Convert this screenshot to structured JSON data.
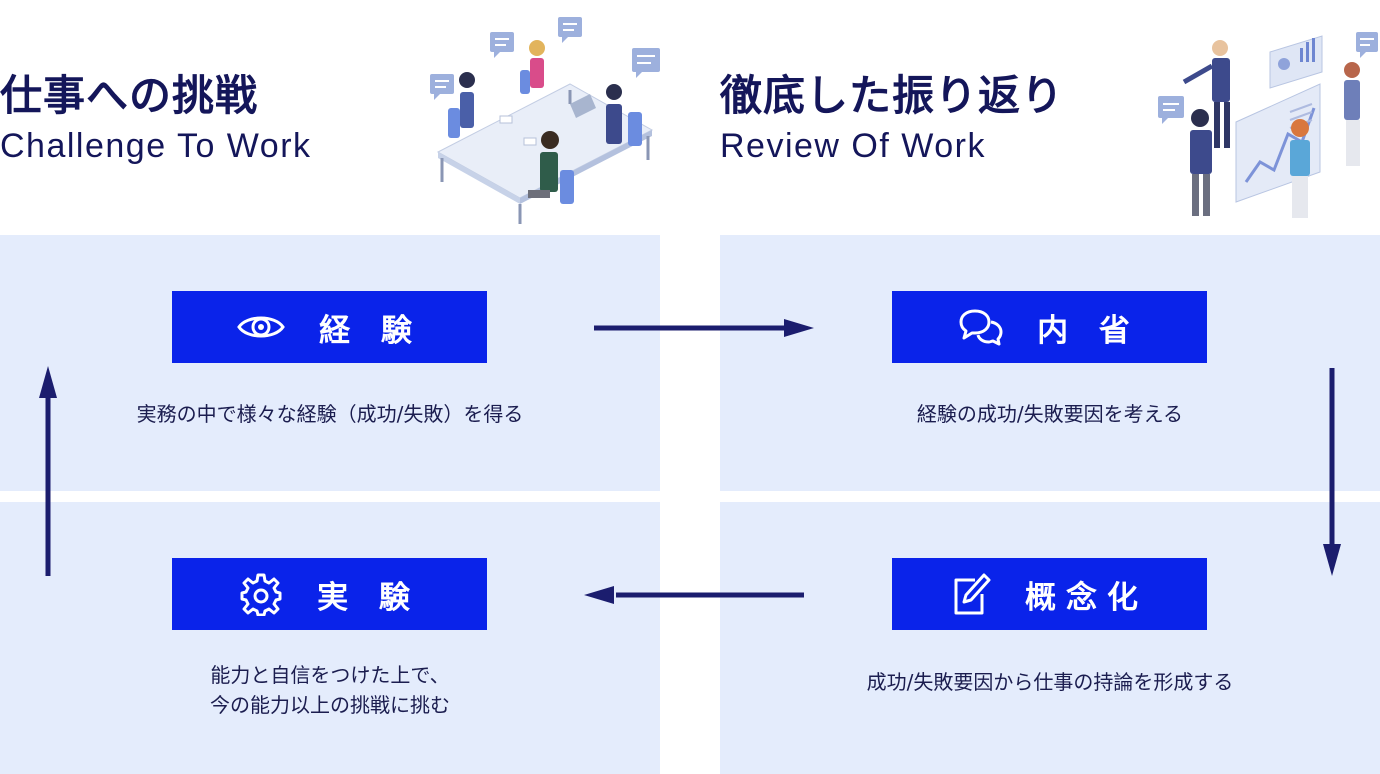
{
  "left_heading": {
    "jp": "仕事への挑戦",
    "en": "Challenge To Work"
  },
  "right_heading": {
    "jp": "徹底した振り返り",
    "en": "Review Of Work"
  },
  "colors": {
    "navy": "#14165a",
    "box_blue": "#0a23ea",
    "panel_bg": "#e4ecfc",
    "arrow": "#1b1d6e"
  },
  "steps": {
    "keiken": {
      "label": "経 験",
      "icon": "eye-icon",
      "description": "実務の中で様々な経験（成功/失敗）を得る"
    },
    "naisei": {
      "label": "内 省",
      "icon": "chat-bubbles-icon",
      "description": "経験の成功/失敗要因を考える"
    },
    "gainen": {
      "label": "概念化",
      "icon": "pencil-edit-icon",
      "description": "成功/失敗要因から仕事の持論を形成する"
    },
    "jikken": {
      "label": "実 験",
      "icon": "gear-icon",
      "description": "能力と自信をつけた上で、\n今の能力以上の挑戦に挑む"
    }
  }
}
